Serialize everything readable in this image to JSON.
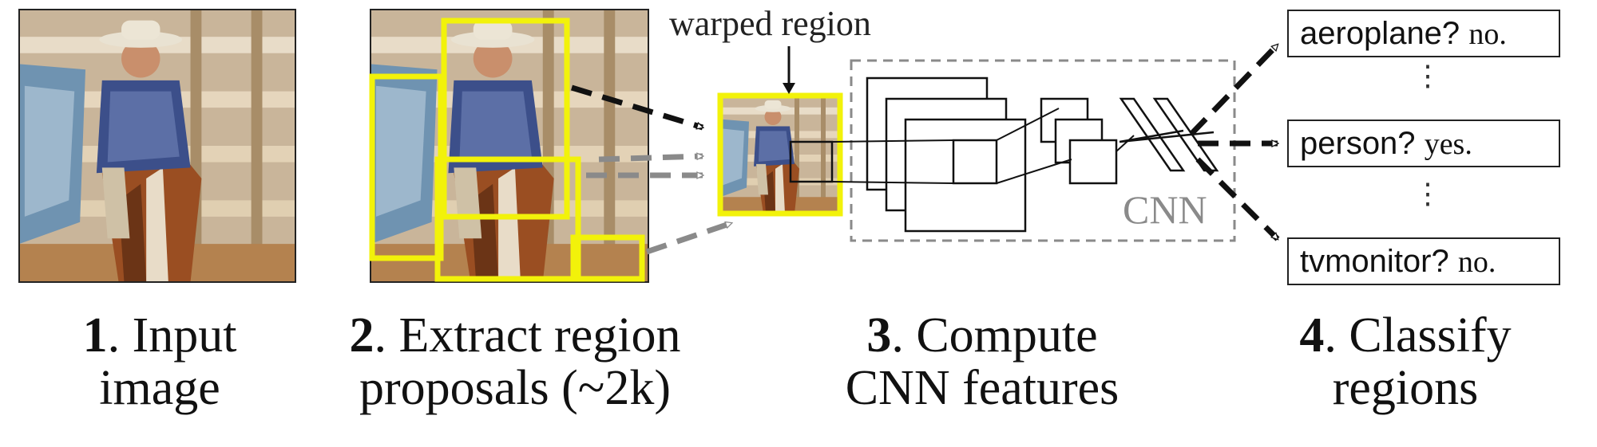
{
  "steps": [
    {
      "number": "1",
      "text_line1": ". Input",
      "text_line2": "image"
    },
    {
      "number": "2",
      "text_line1": ". Extract region",
      "text_line2": "proposals (~2k)"
    },
    {
      "number": "3",
      "text_line1": ". Compute",
      "text_line2": "CNN features"
    },
    {
      "number": "4",
      "text_line1": ". Classify",
      "text_line2": "regions"
    }
  ],
  "warped_region_label": "warped region",
  "cnn_label": "CNN",
  "classifications": [
    {
      "class": "aeroplane?",
      "answer": "no."
    },
    {
      "class": "person?",
      "answer": "yes."
    },
    {
      "class": "tvmonitor?",
      "answer": "no."
    }
  ],
  "vertical_ellipsis": "⋮",
  "colors": {
    "proposal_box": "#f2f20a",
    "arrow": "#111111",
    "arrow_faded": "#8a8a8a",
    "cnn_border": "#8a8a8a"
  }
}
